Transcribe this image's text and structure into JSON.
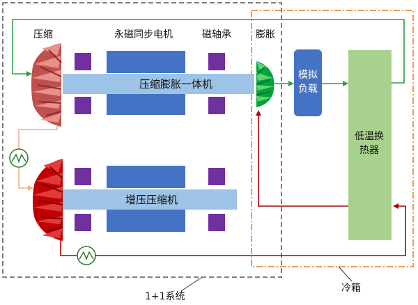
{
  "labels": {
    "compress": "压缩",
    "motor": "永磁同步电机",
    "bearing": "磁轴承",
    "expand": "膨胀",
    "shaft_top": "压缩膨胀一体机",
    "shaft_bottom": "增压压缩机",
    "load_line1": "模拟",
    "load_line2": "负载",
    "hx_line1": "低温换",
    "hx_line2": "热器",
    "system": "1+1系统",
    "coldbox": "冷箱"
  },
  "colors": {
    "system_border": "#555555",
    "coldbox_border": "#e07b1a",
    "motor_block": "#4472c4",
    "bearing_block": "#7030a0",
    "shaft": "#9dc3e6",
    "load_box": "#4472c4",
    "heat_exchanger": "#a9d18e",
    "green_flow": "#2e9e3e",
    "red_flow": "#b00000",
    "orange_flow": "#f4b183",
    "top_compressor": "#c0504d",
    "bottom_compressor": "#c00000",
    "expander": "#00a33c"
  }
}
